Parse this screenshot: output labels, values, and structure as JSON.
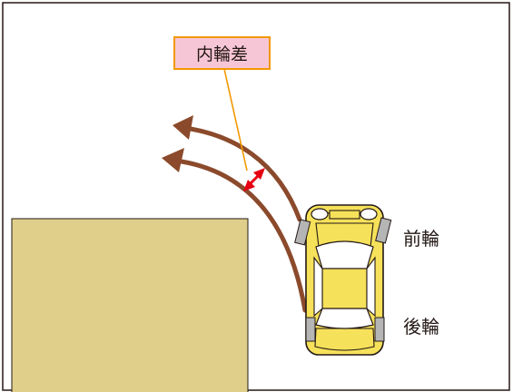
{
  "callout": {
    "text": "内輪差"
  },
  "labels": {
    "front_wheel": "前輪",
    "rear_wheel": "後輪"
  },
  "colors": {
    "frame": "#231815",
    "building_fill": "#e0cf8a",
    "arrow": "#8b4a2b",
    "gap_arrow": "#e60012",
    "callout_fill": "#f7c6d6",
    "callout_border": "#f39800",
    "car_body": "#f6e15a",
    "car_outline": "#231815",
    "wheel": "#b5b5b5"
  }
}
